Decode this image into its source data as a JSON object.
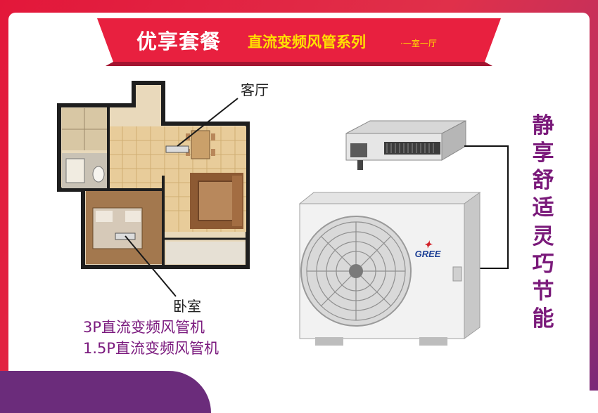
{
  "header": {
    "main_title": "优享套餐",
    "sub_title": "直流变频风管系列",
    "sub_note": "·一室一厅"
  },
  "floorplan": {
    "label_living_room": "客厅",
    "label_bedroom": "卧室"
  },
  "description": {
    "line1": "3P直流变频风管机",
    "line2": "1.5P直流变频风管机"
  },
  "slogan": {
    "col1": "静享舒适",
    "col2": "灵巧节能"
  },
  "outdoor_unit": {
    "brand": "GREE"
  },
  "colors": {
    "accent_red": "#e8203f",
    "accent_yellow": "#ffe000",
    "slogan_purple": "#7a1a7a"
  }
}
